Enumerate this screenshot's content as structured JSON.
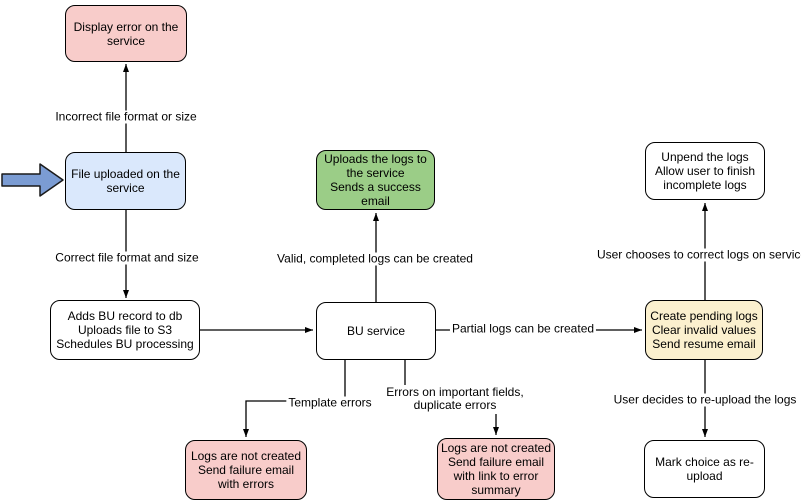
{
  "diagram": {
    "nodes": {
      "display_error": {
        "text": "Display error on the\nservice",
        "fill": "#F8CCCA"
      },
      "file_uploaded": {
        "text": "File uploaded on the\nservice",
        "fill": "#DAE8FC"
      },
      "adds_bu_record": {
        "text": "Adds BU record to db\nUploads file to S3\nSchedules BU processing",
        "fill": "#FFFFFF"
      },
      "uploads_logs_success": {
        "text": "Uploads the logs to\nthe service\nSends a success\nemail",
        "fill": "#9BCD87"
      },
      "bu_service": {
        "text": "BU service",
        "fill": "#FFFFFF"
      },
      "create_pending_logs": {
        "text": "Create pending logs\nClear invalid values\nSend resume email",
        "fill": "#FBF0CE"
      },
      "unpend_logs": {
        "text": "Unpend the logs\nAllow user to finish\nincomplete logs",
        "fill": "#FFFFFF"
      },
      "mark_choice_reupload": {
        "text": "Mark choice as re-\nupload",
        "fill": "#FFFFFF"
      },
      "logs_not_created_errors": {
        "text": "Logs are not created\nSend failure email\nwith errors",
        "fill": "#F8CCCA"
      },
      "logs_not_created_summary": {
        "text": "Logs are not created\nSend failure email\nwith link to error\nsummary",
        "fill": "#F8CCCA"
      }
    },
    "edge_labels": {
      "incorrect_format": "Incorrect file format or size",
      "correct_format": "Correct file format and size",
      "valid_logs": "Valid, completed logs can be created",
      "partial_logs": "Partial logs can be created",
      "template_errors": "Template errors",
      "important_field_errors": "Errors on important fields,\nduplicate errors",
      "user_corrects": "User chooses to correct logs on service",
      "user_reuploads": "User decides to re-upload the logs"
    },
    "colors": {
      "edge": "#000000",
      "node_border": "#000000",
      "pink": "#F8CCCA",
      "blue": "#DAE8FC",
      "green": "#9BCD87",
      "yellow": "#FBF0CE",
      "entry_arrow_fill": "#7B9CD3",
      "canvas": "#FFFFFF"
    }
  }
}
